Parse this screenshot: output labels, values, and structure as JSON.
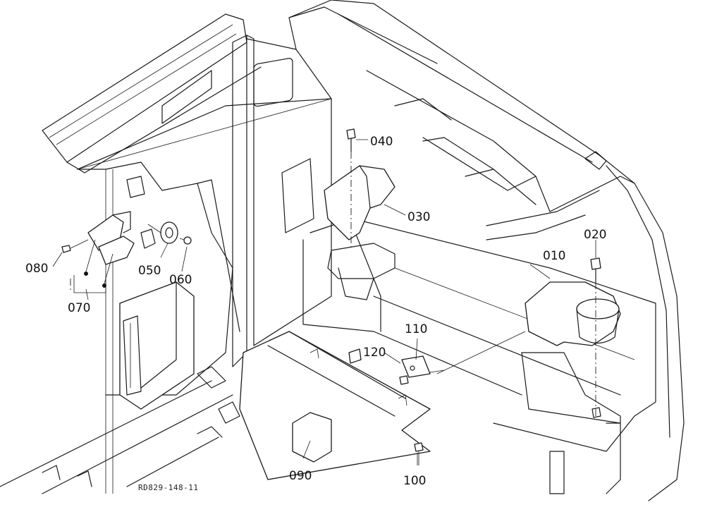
{
  "diagram": {
    "drawing_code": "RD829-148-11",
    "parts": [
      {
        "id": "p010",
        "label": "010",
        "description_icon": "cup-holder-tray"
      },
      {
        "id": "p020",
        "label": "020",
        "description_icon": "bolt-icon"
      },
      {
        "id": "p030",
        "label": "030",
        "description_icon": "cup-holder-cover"
      },
      {
        "id": "p040",
        "label": "040",
        "description_icon": "bolt-icon"
      },
      {
        "id": "p050",
        "label": "050",
        "description_icon": "knob-icon"
      },
      {
        "id": "p060",
        "label": "060",
        "description_icon": "screw-icon"
      },
      {
        "id": "p070",
        "label": "070",
        "description_icon": "switch-assembly"
      },
      {
        "id": "p080",
        "label": "080",
        "description_icon": "screw-icon"
      },
      {
        "id": "p090",
        "label": "090",
        "description_icon": "lower-panel"
      },
      {
        "id": "p100",
        "label": "100",
        "description_icon": "screw-icon"
      },
      {
        "id": "p110",
        "label": "110",
        "description_icon": "bracket-plate"
      },
      {
        "id": "p120",
        "label": "120",
        "description_icon": "screw-icon"
      }
    ]
  }
}
